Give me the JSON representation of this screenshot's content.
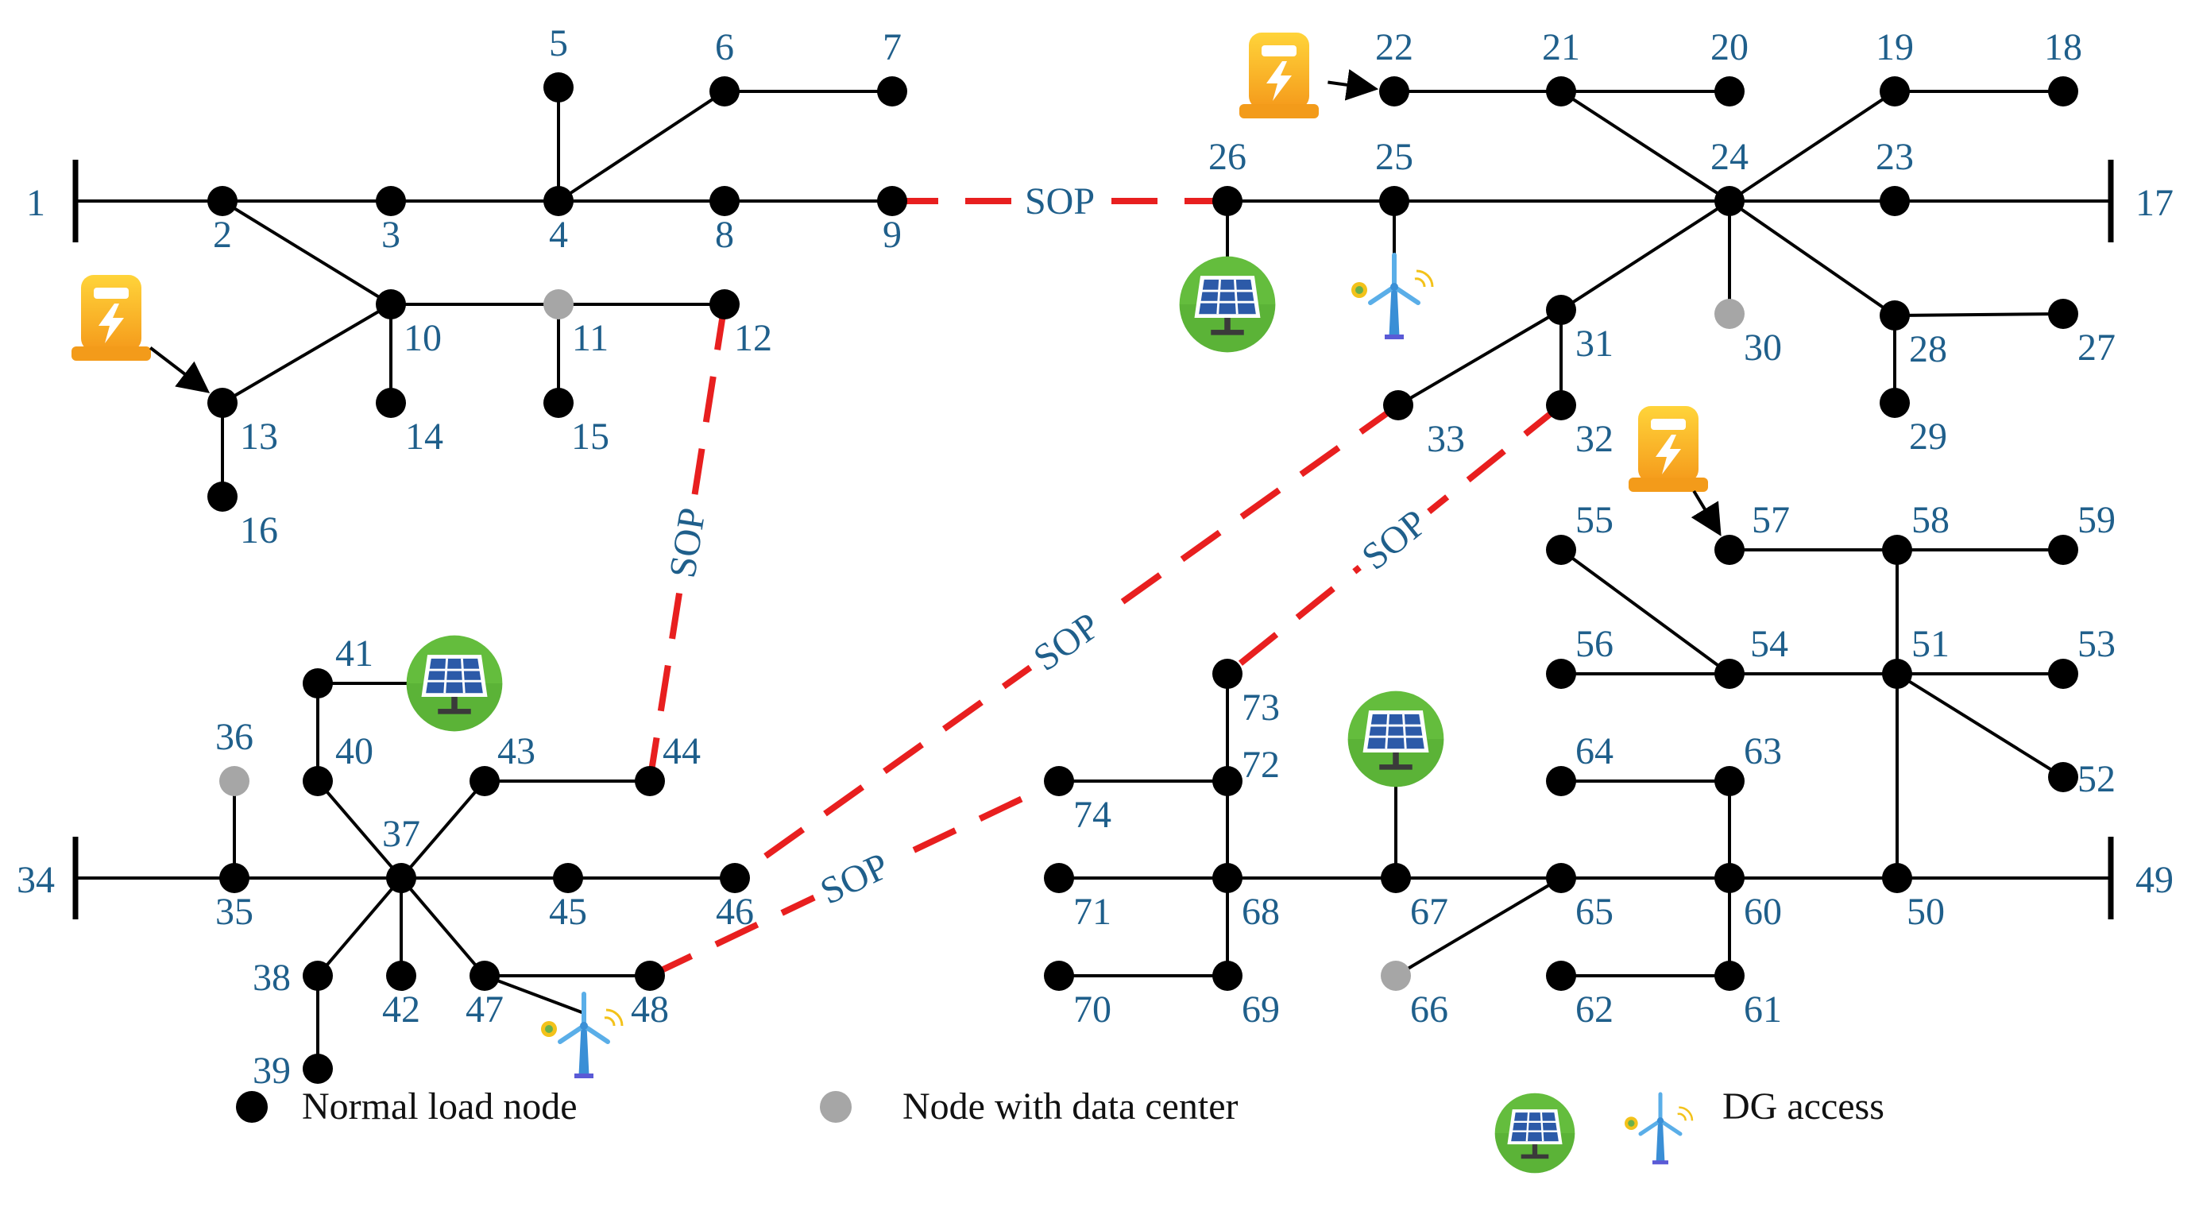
{
  "colors": {
    "normal_node": "#000000",
    "datacenter_node": "#a6a6a6",
    "line": "#000000",
    "sop_line": "#e81f1f",
    "label_text": "#1f5f8b"
  },
  "nodes": [
    {
      "id": "1",
      "label": "1",
      "type": "source"
    },
    {
      "id": "2",
      "label": "2",
      "type": "normal"
    },
    {
      "id": "3",
      "label": "3",
      "type": "normal"
    },
    {
      "id": "4",
      "label": "4",
      "type": "normal"
    },
    {
      "id": "5",
      "label": "5",
      "type": "normal"
    },
    {
      "id": "6",
      "label": "6",
      "type": "normal"
    },
    {
      "id": "7",
      "label": "7",
      "type": "normal"
    },
    {
      "id": "8",
      "label": "8",
      "type": "normal"
    },
    {
      "id": "9",
      "label": "9",
      "type": "normal"
    },
    {
      "id": "10",
      "label": "10",
      "type": "normal"
    },
    {
      "id": "11",
      "label": "11",
      "type": "datacenter"
    },
    {
      "id": "12",
      "label": "12",
      "type": "normal"
    },
    {
      "id": "13",
      "label": "13",
      "type": "normal"
    },
    {
      "id": "14",
      "label": "14",
      "type": "normal"
    },
    {
      "id": "15",
      "label": "15",
      "type": "normal"
    },
    {
      "id": "16",
      "label": "16",
      "type": "normal"
    },
    {
      "id": "17",
      "label": "17",
      "type": "source"
    },
    {
      "id": "18",
      "label": "18",
      "type": "normal"
    },
    {
      "id": "19",
      "label": "19",
      "type": "normal"
    },
    {
      "id": "20",
      "label": "20",
      "type": "normal"
    },
    {
      "id": "21",
      "label": "21",
      "type": "normal"
    },
    {
      "id": "22",
      "label": "22",
      "type": "normal"
    },
    {
      "id": "23",
      "label": "23",
      "type": "normal"
    },
    {
      "id": "24",
      "label": "24",
      "type": "normal"
    },
    {
      "id": "25",
      "label": "25",
      "type": "normal"
    },
    {
      "id": "26",
      "label": "26",
      "type": "normal"
    },
    {
      "id": "27",
      "label": "27",
      "type": "normal"
    },
    {
      "id": "28",
      "label": "28",
      "type": "normal"
    },
    {
      "id": "29",
      "label": "29",
      "type": "normal"
    },
    {
      "id": "30",
      "label": "30",
      "type": "datacenter"
    },
    {
      "id": "31",
      "label": "31",
      "type": "normal"
    },
    {
      "id": "32",
      "label": "32",
      "type": "normal"
    },
    {
      "id": "33",
      "label": "33",
      "type": "normal"
    },
    {
      "id": "34",
      "label": "34",
      "type": "source"
    },
    {
      "id": "35",
      "label": "35",
      "type": "normal"
    },
    {
      "id": "36",
      "label": "36",
      "type": "datacenter"
    },
    {
      "id": "37",
      "label": "37",
      "type": "normal"
    },
    {
      "id": "38",
      "label": "38",
      "type": "normal"
    },
    {
      "id": "39",
      "label": "39",
      "type": "normal"
    },
    {
      "id": "40",
      "label": "40",
      "type": "normal"
    },
    {
      "id": "41",
      "label": "41",
      "type": "normal"
    },
    {
      "id": "42",
      "label": "42",
      "type": "normal"
    },
    {
      "id": "43",
      "label": "43",
      "type": "normal"
    },
    {
      "id": "44",
      "label": "44",
      "type": "normal"
    },
    {
      "id": "45",
      "label": "45",
      "type": "normal"
    },
    {
      "id": "46",
      "label": "46",
      "type": "normal"
    },
    {
      "id": "47",
      "label": "47",
      "type": "normal"
    },
    {
      "id": "48",
      "label": "48",
      "type": "normal"
    },
    {
      "id": "49",
      "label": "49",
      "type": "source"
    },
    {
      "id": "50",
      "label": "50",
      "type": "normal"
    },
    {
      "id": "51",
      "label": "51",
      "type": "normal"
    },
    {
      "id": "52",
      "label": "52",
      "type": "normal"
    },
    {
      "id": "53",
      "label": "53",
      "type": "normal"
    },
    {
      "id": "54",
      "label": "54",
      "type": "normal"
    },
    {
      "id": "55",
      "label": "55",
      "type": "normal"
    },
    {
      "id": "56",
      "label": "56",
      "type": "normal"
    },
    {
      "id": "57",
      "label": "57",
      "type": "normal"
    },
    {
      "id": "58",
      "label": "58",
      "type": "normal"
    },
    {
      "id": "59",
      "label": "59",
      "type": "normal"
    },
    {
      "id": "60",
      "label": "60",
      "type": "normal"
    },
    {
      "id": "61",
      "label": "61",
      "type": "normal"
    },
    {
      "id": "62",
      "label": "62",
      "type": "normal"
    },
    {
      "id": "63",
      "label": "63",
      "type": "normal"
    },
    {
      "id": "64",
      "label": "64",
      "type": "normal"
    },
    {
      "id": "65",
      "label": "65",
      "type": "normal"
    },
    {
      "id": "66",
      "label": "66",
      "type": "datacenter"
    },
    {
      "id": "67",
      "label": "67",
      "type": "normal"
    },
    {
      "id": "68",
      "label": "68",
      "type": "normal"
    },
    {
      "id": "69",
      "label": "69",
      "type": "normal"
    },
    {
      "id": "70",
      "label": "70",
      "type": "normal"
    },
    {
      "id": "71",
      "label": "71",
      "type": "normal"
    },
    {
      "id": "72",
      "label": "72",
      "type": "normal"
    },
    {
      "id": "73",
      "label": "73",
      "type": "normal"
    },
    {
      "id": "74",
      "label": "74",
      "type": "normal"
    }
  ],
  "edges": [
    [
      "1",
      "2"
    ],
    [
      "2",
      "3"
    ],
    [
      "3",
      "4"
    ],
    [
      "4",
      "8"
    ],
    [
      "8",
      "9"
    ],
    [
      "4",
      "5"
    ],
    [
      "4",
      "6"
    ],
    [
      "6",
      "7"
    ],
    [
      "2",
      "10"
    ],
    [
      "10",
      "11"
    ],
    [
      "11",
      "12"
    ],
    [
      "10",
      "14"
    ],
    [
      "11",
      "15"
    ],
    [
      "10",
      "13"
    ],
    [
      "13",
      "16"
    ],
    [
      "26",
      "25"
    ],
    [
      "25",
      "24"
    ],
    [
      "24",
      "23"
    ],
    [
      "23",
      "17"
    ],
    [
      "22",
      "21"
    ],
    [
      "21",
      "20"
    ],
    [
      "21",
      "24"
    ],
    [
      "24",
      "19"
    ],
    [
      "19",
      "18"
    ],
    [
      "24",
      "28"
    ],
    [
      "28",
      "27"
    ],
    [
      "28",
      "29"
    ],
    [
      "24",
      "30"
    ],
    [
      "24",
      "31"
    ],
    [
      "31",
      "32"
    ],
    [
      "31",
      "33"
    ],
    [
      "34",
      "35"
    ],
    [
      "35",
      "36"
    ],
    [
      "35",
      "37"
    ],
    [
      "37",
      "45"
    ],
    [
      "45",
      "46"
    ],
    [
      "37",
      "40"
    ],
    [
      "40",
      "41"
    ],
    [
      "37",
      "43"
    ],
    [
      "43",
      "44"
    ],
    [
      "37",
      "38"
    ],
    [
      "38",
      "39"
    ],
    [
      "37",
      "42"
    ],
    [
      "37",
      "47"
    ],
    [
      "47",
      "48"
    ],
    [
      "49",
      "50"
    ],
    [
      "50",
      "60"
    ],
    [
      "60",
      "65"
    ],
    [
      "65",
      "67"
    ],
    [
      "67",
      "68"
    ],
    [
      "68",
      "71"
    ],
    [
      "68",
      "72"
    ],
    [
      "72",
      "73"
    ],
    [
      "72",
      "74"
    ],
    [
      "68",
      "69"
    ],
    [
      "69",
      "70"
    ],
    [
      "60",
      "63"
    ],
    [
      "63",
      "64"
    ],
    [
      "60",
      "61"
    ],
    [
      "61",
      "62"
    ],
    [
      "65",
      "66"
    ],
    [
      "50",
      "51"
    ],
    [
      "51",
      "58"
    ],
    [
      "58",
      "57"
    ],
    [
      "58",
      "59"
    ],
    [
      "51",
      "54"
    ],
    [
      "54",
      "55"
    ],
    [
      "54",
      "56"
    ],
    [
      "51",
      "53"
    ],
    [
      "51",
      "52"
    ]
  ],
  "sops": [
    {
      "from": "9",
      "to": "26",
      "label": "SOP"
    },
    {
      "from": "12",
      "to": "44",
      "label": "SOP"
    },
    {
      "from": "33",
      "to": "46",
      "label": "SOP"
    },
    {
      "from": "32",
      "to": "73",
      "label": "SOP"
    },
    {
      "from": "48",
      "to": "74",
      "label": "SOP"
    }
  ],
  "ev_chargers": [
    {
      "target": "13",
      "icon": "ev-charger-icon"
    },
    {
      "target": "22",
      "icon": "ev-charger-icon"
    },
    {
      "target": "57",
      "icon": "ev-charger-icon"
    }
  ],
  "dg_solar": [
    {
      "node": "26",
      "icon": "solar-panel-icon"
    },
    {
      "node": "41",
      "icon": "solar-panel-icon"
    },
    {
      "node": "67",
      "icon": "solar-panel-icon"
    }
  ],
  "dg_wind": [
    {
      "node": "25",
      "icon": "wind-turbine-icon"
    },
    {
      "node": "47",
      "icon": "wind-turbine-icon"
    }
  ],
  "legend": {
    "normal_label": "Normal load node",
    "datacenter_label": "Node with data center",
    "dg_label": "DG access"
  }
}
